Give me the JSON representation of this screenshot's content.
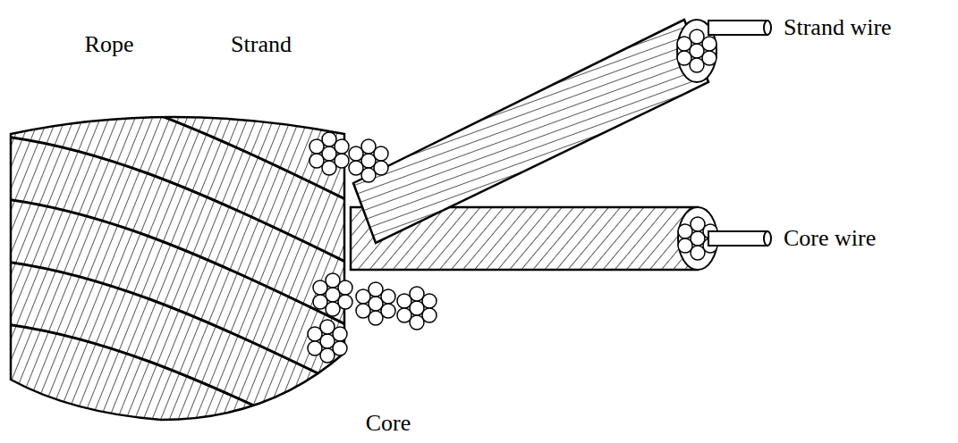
{
  "diagram": {
    "labels": [
      "Rope",
      "Strand",
      "Strand wire",
      "Core wire",
      "Core"
    ]
  }
}
